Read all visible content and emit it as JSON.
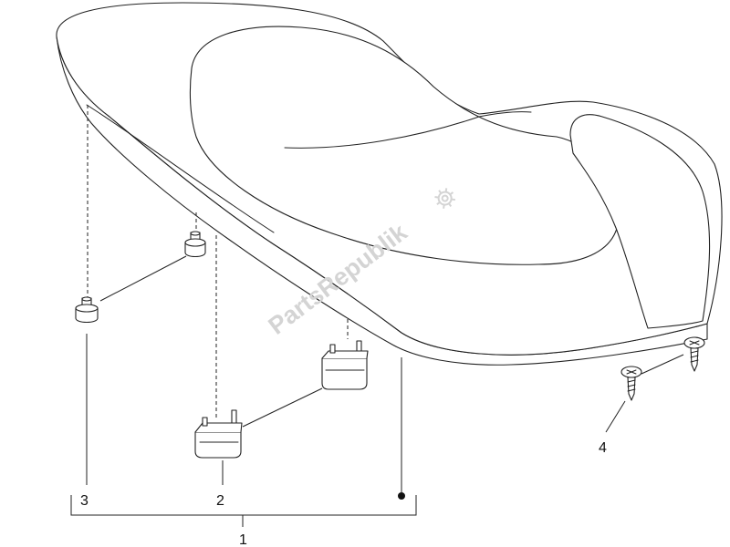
{
  "diagram": {
    "watermark": "PartsRepublik",
    "callouts": [
      {
        "id": "1",
        "label": "1"
      },
      {
        "id": "2",
        "label": "2"
      },
      {
        "id": "3",
        "label": "3"
      },
      {
        "id": "4",
        "label": "4"
      }
    ],
    "parts": [
      {
        "name": "seat",
        "callout": "1"
      },
      {
        "name": "seat-bracket",
        "callout": "2",
        "count": 2
      },
      {
        "name": "rubber-buffer",
        "callout": "3",
        "count": 2
      },
      {
        "name": "screw",
        "callout": "4",
        "count": 2
      }
    ]
  }
}
